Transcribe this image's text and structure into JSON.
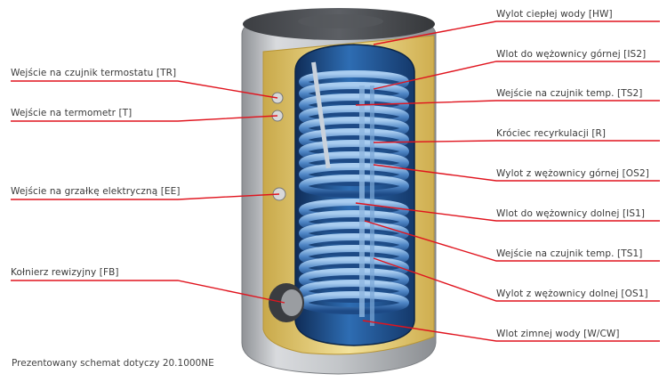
{
  "left_labels": [
    {
      "text": "Wejście na czujnik termostatu [TR]"
    },
    {
      "text": "Wejście na termometr [T]"
    },
    {
      "text": "Wejście na grzałkę elektryczną [EE]"
    },
    {
      "text": "Kołnierz rewizyjny [FB]"
    }
  ],
  "right_labels": [
    {
      "text": "Wylot ciepłej wody [HW]"
    },
    {
      "text": "Wlot do wężownicy górnej [IS2]"
    },
    {
      "text": "Wejście na czujnik temp. [TS2]"
    },
    {
      "text": "Króciec recyrkulacji [R]"
    },
    {
      "text": "Wylot z wężownicy górnej [OS2]"
    },
    {
      "text": "Wlot do wężownicy dolnej [IS1]"
    },
    {
      "text": "Wejście na czujnik temp. [TS1]"
    },
    {
      "text": "Wylot z wężownicy dolnej [OS1]"
    },
    {
      "text": "Wlot zimnej wody [W/CW]"
    }
  ],
  "caption": "Prezentowany schemat dotyczy 20.1000NE",
  "colors": {
    "leader_line": "#e0141e",
    "tank_shell": "#b9bcc0",
    "insulation": "#e8d27a",
    "tank_interior": "#1f4f8e",
    "coil": "#6fa4d8",
    "lid": "#4a4c50"
  }
}
